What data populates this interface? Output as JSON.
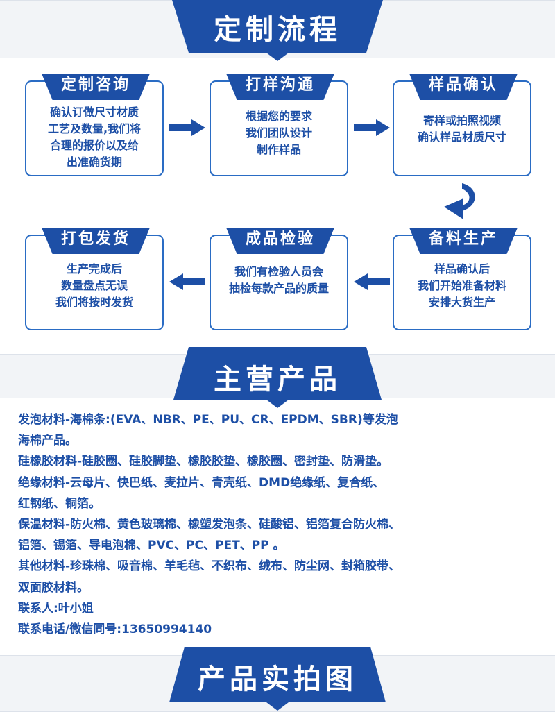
{
  "sections": {
    "process_title": "定制流程",
    "products_title": "主营产品",
    "photos_title": "产品实拍图"
  },
  "steps": [
    {
      "title": "定制咨询",
      "lines": [
        "确认订做尺寸材质",
        "工艺及数量,我们将",
        "合理的报价以及给",
        "出准确货期"
      ]
    },
    {
      "title": "打样沟通",
      "lines": [
        "根据您的要求",
        "我们团队设计",
        "制作样品"
      ]
    },
    {
      "title": "样品确认",
      "lines": [
        "寄样或拍照视频",
        "确认样品材质尺寸"
      ]
    },
    {
      "title": "备料生产",
      "lines": [
        "样品确认后",
        "我们开始准备材料",
        "安排大货生产"
      ]
    },
    {
      "title": "成品检验",
      "lines": [
        "我们有检验人员会",
        "抽检每款产品的质量"
      ]
    },
    {
      "title": "打包发货",
      "lines": [
        "生产完成后",
        "数量盘点无误",
        "我们将按时发货"
      ]
    }
  ],
  "products": [
    "发泡材料-海棉条:(EVA、NBR、PE、PU、CR、EPDM、SBR)等发泡",
    "海棉产品。",
    "硅橡胶材料-硅胶圈、硅胶脚垫、橡胶胶垫、橡胶圈、密封垫、防滑垫。",
    "绝缘材料-云母片、快巴纸、麦拉片、青壳纸、DMD绝缘纸、复合纸、",
    "红钢纸、铜箔。",
    "保温材料-防火棉、黄色玻璃棉、橡塑发泡条、硅酸铝、铝箔复合防火棉、",
    "铝箔、锡箔、导电泡棉、PVC、PC、PET、PP 。",
    "其他材料-珍珠棉、吸音棉、羊毛毡、不织布、绒布、防尘网、封箱胶带、",
    "双面胶材料。",
    "联系人:叶小姐",
    "联系电话/微信同号:13650994140"
  ],
  "colors": {
    "primary": "#1d4fa6",
    "border": "#2a6cc4",
    "band": "#f2f4f7"
  },
  "icons": [
    "arrow-right-icon",
    "arrow-left-icon",
    "curved-arrow-down-icon"
  ]
}
